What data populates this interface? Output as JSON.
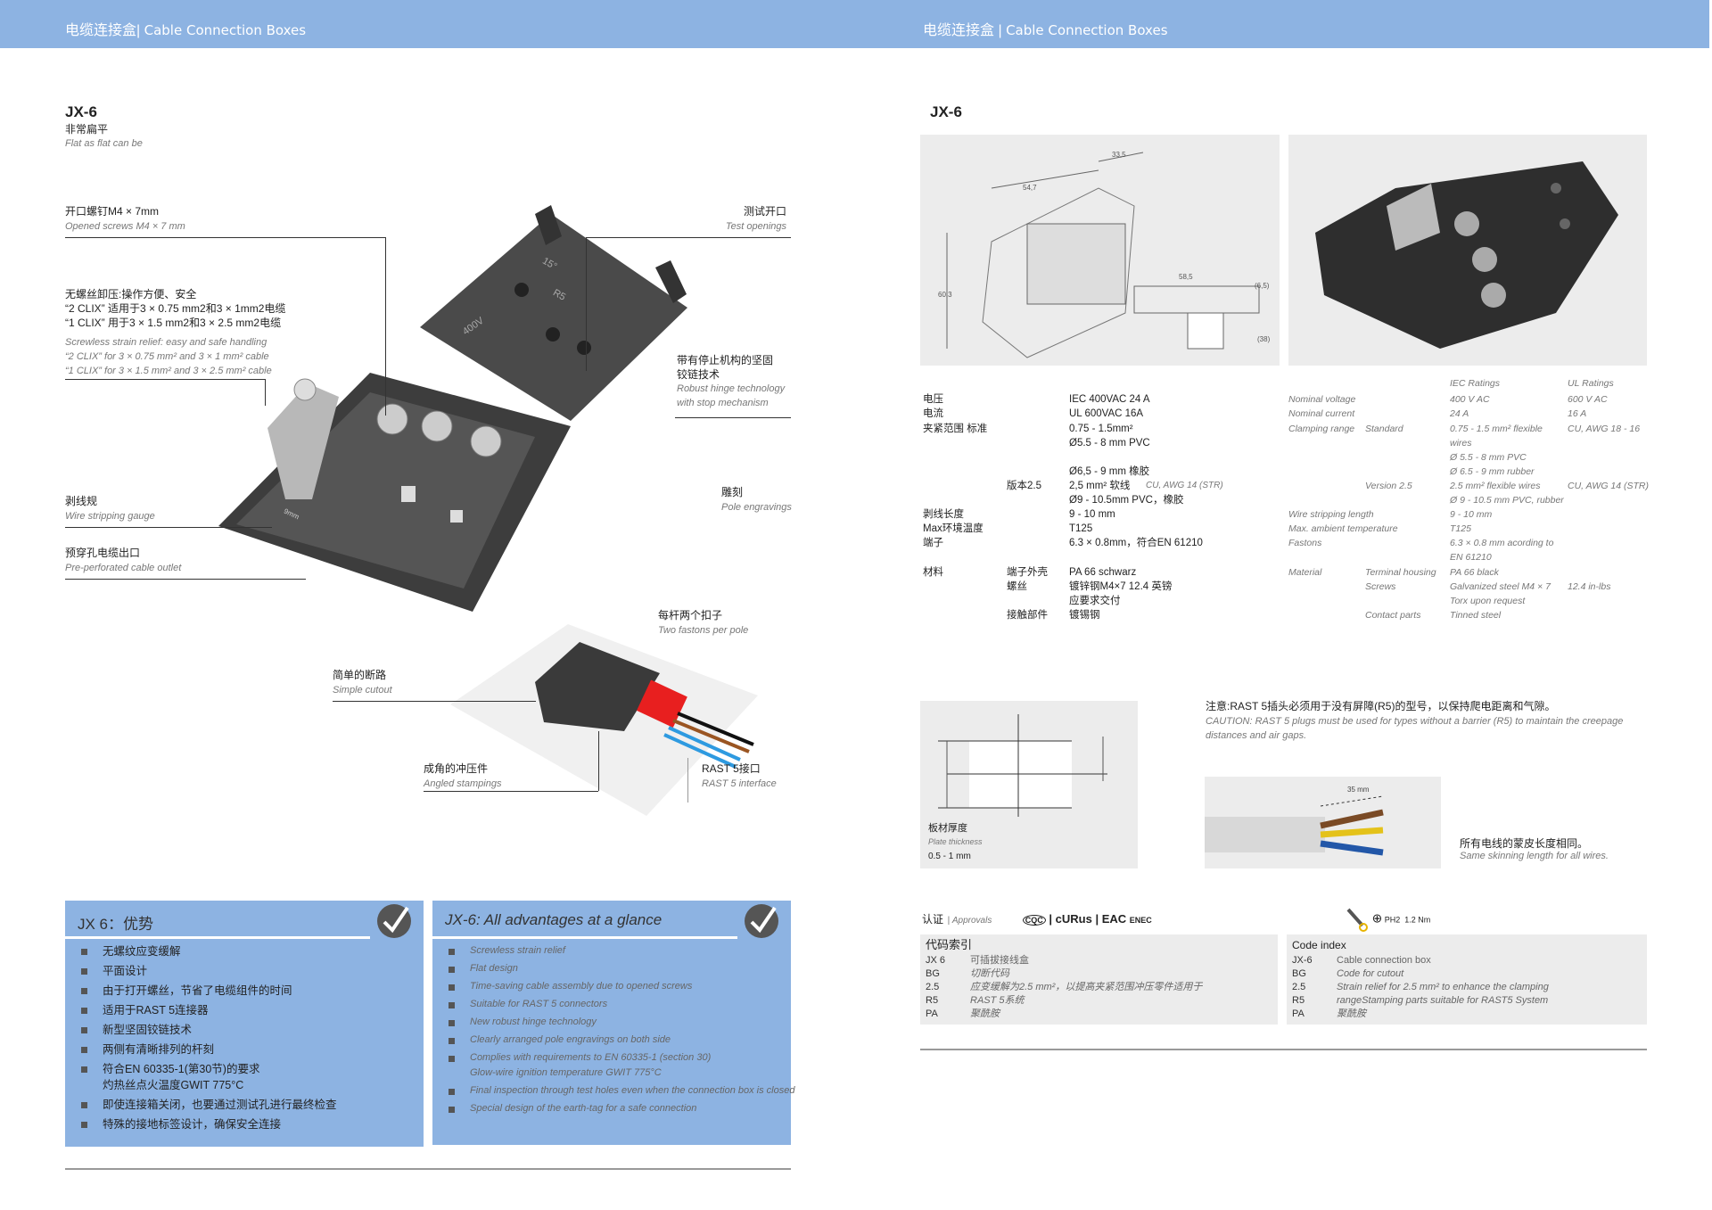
{
  "header": {
    "left": {
      "zh": "电缆连接盒",
      "en": "Cable Connection Boxes"
    },
    "right": {
      "zh": "电缆连接盒",
      "en": "Cable Connection Boxes"
    }
  },
  "left_page": {
    "title": "JX-6",
    "subtitle_zh": "非常扁平",
    "subtitle_en": "Flat as flat can be",
    "callouts": {
      "screws": {
        "zh": "开口螺钉M4 × 7mm",
        "en": "Opened screws M4 × 7 mm"
      },
      "strain": {
        "zh": [
          "无螺丝卸压:操作方便、安全",
          "“2 CLIX” 适用于3 × 0.75 mm2和3 × 1mm2电缆",
          "“1 CLIX” 用于3 × 1.5 mm2和3 × 2.5 mm2电缆"
        ],
        "en": [
          "Screwless strain relief: easy and safe handling",
          "“2 CLIX” for 3 × 0.75 mm² and 3 × 1 mm² cable",
          "“1 CLIX” for 3 × 1.5 mm² and 3 × 2.5 mm² cable"
        ]
      },
      "gauge": {
        "zh": "剥线规",
        "en": "Wire stripping gauge"
      },
      "outlet": {
        "zh": "预穿孔电缆出口",
        "en": "Pre-perforated cable outlet"
      },
      "test": {
        "zh": "测试开口",
        "en": "Test openings"
      },
      "hinge": {
        "zh": [
          "带有停止机构的坚固",
          "铰链技术"
        ],
        "en": [
          "Robust hinge technology",
          "with stop mechanism"
        ]
      },
      "engrave": {
        "zh": "雕刻",
        "en": "Pole engravings"
      },
      "fastons": {
        "zh": "每杆两个扣子",
        "en": "Two fastons per pole"
      },
      "cutout": {
        "zh": "简单的断路",
        "en": "Simple cutout"
      },
      "stamp": {
        "zh": "成角的冲压件",
        "en": "Angled stampings"
      },
      "rast": {
        "zh": "RAST 5接口",
        "en": "RAST 5 interface"
      }
    },
    "product_labels": {
      "voltage": "400V",
      "angle": "15°",
      "r5": "R5",
      "gauge": "9mm"
    },
    "advantages_zh": {
      "title": "JX 6：优势",
      "items": [
        "无螺纹应变缓解",
        "平面设计",
        "由于打开螺丝，节省了电缆组件的时间",
        "适用于RAST 5连接器",
        "新型坚固铰链技术",
        "两侧有清晰排列的杆刻",
        "符合EN 60335-1(第30节)的要求\n灼热丝点火温度GWIT 775°C",
        "即使连接箱关闭，也要通过测试孔进行最终检查",
        "特殊的接地标签设计，确保安全连接"
      ]
    },
    "advantages_en": {
      "title": "JX-6: All advantages at a glance",
      "items": [
        "Screwless strain relief",
        "Flat design",
        "Time-saving cable assembly due to opened screws",
        "Suitable for RAST 5 connectors",
        "New robust hinge technology",
        "Clearly arranged pole engravings on both side",
        "Complies with requirements to EN 60335-1 (section 30)\nGlow-wire ignition temperature GWIT 775°C",
        "Final inspection through test holes even when the connection box is closed",
        "Special design of the earth-tag for a safe connection"
      ]
    }
  },
  "right_page": {
    "title": "JX-6",
    "drawing_dims": [
      "33,5",
      "54,7",
      "60,3",
      "58,5",
      "(6,5)",
      "(38)"
    ],
    "specs_zh": [
      [
        "电压",
        "",
        "IEC 400VAC 24 A",
        ""
      ],
      [
        "电流",
        "",
        "UL  600VAC  16A",
        ""
      ],
      [
        "夹紧范围 标准",
        "",
        "0.75 - 1.5mm²",
        ""
      ],
      [
        "",
        "",
        "Ø5.5 - 8 mm PVC",
        ""
      ],
      [
        "",
        "",
        "",
        ""
      ],
      [
        "",
        "",
        "Ø6,5 - 9 mm 橡胶",
        ""
      ],
      [
        "",
        "版本2.5",
        "2,5 mm² 软线",
        "CU, AWG 14 (STR)"
      ],
      [
        "",
        "",
        "Ø9 - 10.5mm PVC，橡胶",
        ""
      ],
      [
        "剥线长度",
        "",
        "9 - 10 mm",
        ""
      ],
      [
        "Max环境温度",
        "",
        "T125",
        ""
      ],
      [
        "端子",
        "",
        "6.3 × 0.8mm，符合EN 61210",
        ""
      ],
      [
        "",
        "",
        "",
        ""
      ],
      [
        "材料",
        "端子外壳",
        "PA 66 schwarz",
        ""
      ],
      [
        "",
        "螺丝",
        "镀锌钢M4×7 12.4 英镑",
        ""
      ],
      [
        "",
        "",
        "应要求交付",
        ""
      ],
      [
        "",
        "接触部件",
        "镀锡钢",
        ""
      ]
    ],
    "specs_en_header": [
      "IEC Ratings",
      "UL Ratings"
    ],
    "specs_en": [
      [
        "Nominal voltage",
        "",
        "400 V AC",
        "600 V AC"
      ],
      [
        "Nominal current",
        "",
        "24 A",
        "16 A"
      ],
      [
        "Clamping range",
        "Standard",
        "0.75 - 1.5 mm² flexible",
        "CU, AWG 18 - 16"
      ],
      [
        "",
        "",
        "wires",
        ""
      ],
      [
        "",
        "",
        "Ø 5.5 - 8 mm PVC",
        ""
      ],
      [
        "",
        "",
        "Ø 6.5 - 9 mm rubber",
        ""
      ],
      [
        "",
        "Version 2.5",
        "2.5 mm² flexible wires",
        "CU, AWG 14 (STR)"
      ],
      [
        "",
        "",
        "Ø 9 - 10.5 mm PVC, rubber",
        ""
      ],
      [
        "Wire stripping length",
        "",
        "9 - 10 mm",
        ""
      ],
      [
        "Max. ambient temperature",
        "",
        "T125",
        ""
      ],
      [
        "Fastons",
        "",
        "6.3 × 0.8 mm acording to",
        ""
      ],
      [
        "",
        "",
        "EN 61210",
        ""
      ],
      [
        "Material",
        "Terminal housing",
        "PA 66 black",
        ""
      ],
      [
        "",
        "Screws",
        "Galvanized steel M4 × 7",
        "12.4 in-lbs"
      ],
      [
        "",
        "",
        "Torx upon request",
        ""
      ],
      [
        "",
        "Contact parts",
        "Tinned steel",
        ""
      ]
    ],
    "plate": {
      "zh": "板材厚度",
      "en": "Plate thickness",
      "value": "0.5 - 1 mm"
    },
    "caution": {
      "zh": "注意:RAST 5插头必须用于没有屏障(R5)的型号，以保持爬电距离和气隙。",
      "en": "CAUTION: RAST 5 plugs must be used for types without a barrier (R5) to maintain the creepage distances and air gaps."
    },
    "cable": {
      "dim": "35 mm",
      "zh": "所有电线的蒙皮长度相同。",
      "en": "Same skinning length for all wires."
    },
    "approvals": {
      "zh": "认证",
      "en": "Approvals",
      "marks": [
        "CQC",
        "cURus",
        "EAC",
        "ENEC"
      ]
    },
    "torque": {
      "bit": "PH2",
      "value": "1.2 Nm"
    },
    "code_zh": {
      "title": "代码索引",
      "rows": [
        [
          "JX 6",
          "可插拔接线盒"
        ],
        [
          "BG",
          "切断代码"
        ],
        [
          "2.5",
          "应变缓解为2.5 mm²，以提高夹紧范围冲压零件适用于"
        ],
        [
          "R5",
          "RAST 5系统"
        ],
        [
          "PA",
          "聚酰胺"
        ]
      ]
    },
    "code_en": {
      "title": "Code index",
      "rows": [
        [
          "JX-6",
          "Cable connection box"
        ],
        [
          "BG",
          "Code for cutout"
        ],
        [
          "2.5",
          "Strain relief for 2.5 mm² to enhance the clamping"
        ],
        [
          "R5",
          "rangeStamping parts suitable for RAST5 System"
        ],
        [
          "PA",
          "聚酰胺"
        ]
      ]
    }
  },
  "colors": {
    "header": "#8db3e2",
    "box": "#8db3e2",
    "panel": "#ececec"
  }
}
